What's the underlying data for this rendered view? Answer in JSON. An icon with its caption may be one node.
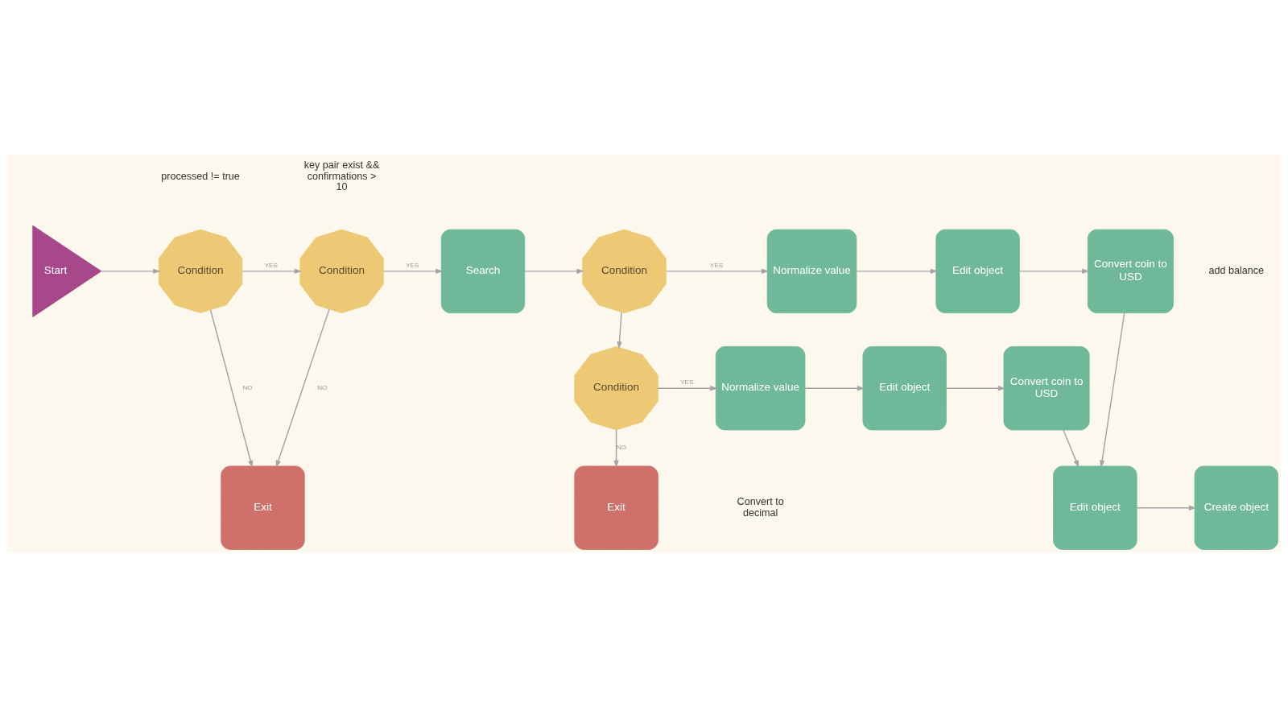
{
  "diagram": {
    "nodes": [
      {
        "text": [
          "Start"
        ]
      },
      {
        "text": [
          "Condition"
        ]
      },
      {
        "text": [
          "Condition"
        ]
      },
      {
        "text": [
          "Search"
        ]
      },
      {
        "text": [
          "Condition"
        ]
      },
      {
        "text": [
          "Normalize value"
        ]
      },
      {
        "text": [
          "Edit object"
        ]
      },
      {
        "text": [
          "Convert coin to USD"
        ]
      },
      {
        "text": [
          "Exit"
        ]
      },
      {
        "text": [
          "Edit object"
        ]
      },
      {
        "text": [
          "Create object"
        ]
      },
      {
        "text": [
          "Condition"
        ]
      },
      {
        "text": [
          "Normalize value"
        ]
      },
      {
        "text": [
          "Edit object"
        ]
      },
      {
        "text": [
          "Convert coin to USD"
        ]
      },
      {
        "text": [
          "Exit"
        ]
      }
    ],
    "edges": [
      {
        "from": 0,
        "to": 1,
        "arrow": "to"
      },
      {
        "from": 1,
        "to": 2,
        "arrow": "to",
        "label": "YES"
      },
      {
        "from": 2,
        "to": 3,
        "arrow": "to",
        "label": "YES"
      },
      {
        "from": 3,
        "to": 4,
        "arrow": "to"
      },
      {
        "from": 4,
        "to": 5,
        "arrow": "to",
        "label": "YES"
      },
      {
        "from": 5,
        "to": 6,
        "arrow": "to"
      },
      {
        "from": 6,
        "to": 7,
        "arrow": "to"
      },
      {
        "from": 1,
        "to": 8,
        "arrow": "to",
        "label": "NO"
      },
      {
        "from": 2,
        "to": 8,
        "arrow": "to",
        "label": "NO"
      },
      {
        "from": 7,
        "to": 9,
        "arrow": "to"
      },
      {
        "from": 9,
        "to": 10,
        "arrow": "to"
      },
      {
        "from": 4,
        "to": 11,
        "arrow": "to"
      },
      {
        "from": 11,
        "to": 12,
        "arrow": "to",
        "label": "YES"
      },
      {
        "from": 12,
        "to": 13,
        "arrow": "to"
      },
      {
        "from": 13,
        "to": 14,
        "arrow": "to"
      },
      {
        "from": 14,
        "to": 9,
        "arrow": "to"
      },
      {
        "from": 11,
        "to": 15,
        "arrow": "to",
        "label": "NO"
      }
    ],
    "labels": [
      "processed != true",
      "key pair exist && confirmations > 10",
      "add balance",
      "Convert to decimal"
    ]
  }
}
